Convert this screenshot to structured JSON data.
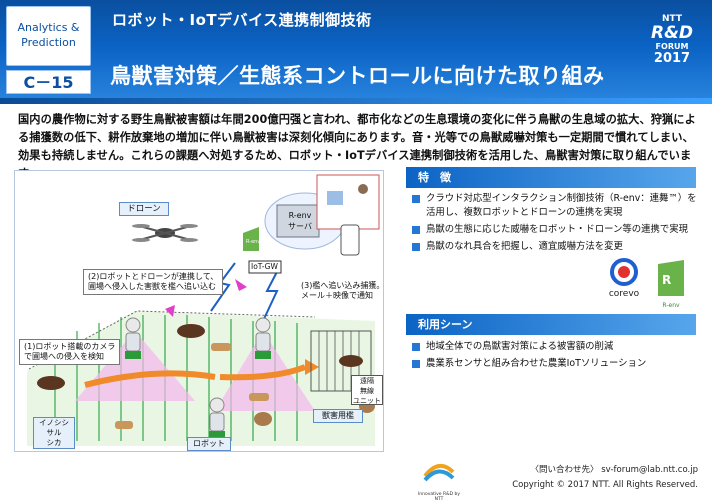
{
  "header": {
    "category_line1": "Analytics &",
    "category_line2": "Prediction",
    "code": "C－15",
    "subtitle": "ロボット・IoTデバイス連携制御技術",
    "title": "鳥獣害対策／生態系コントロールに向けた取り組み",
    "forum_logo": {
      "ntt": "NTT",
      "rd": "R&D",
      "forum": "FORUM",
      "year": "2017"
    }
  },
  "intro": "国内の農作物に対する野生鳥獣被害額は年間200億円强と言われ、都市化などの生息環境の変化に伴う鳥獣の生息域の拡大、狩猟による捕獲数の低下、耕作放棄地の増加に伴い鳥獣被害は深刻化傾向にあります。音・光等での鳥獣威嚇対策も一定期間で慣れてしまい、効果も持続しません。これらの課題へ対処するため、ロボット・IoTデバイス連携制御技術を活用した、鳥獣害対策に取り組んでいます。",
  "diagram": {
    "drone_label": "ドローン",
    "server_label_1": "R-env",
    "server_label_2": "サーバ",
    "gw_label": "IoT-GW",
    "callout_1_1": "(2)ロボットとドローンが連携して、",
    "callout_1_2": "圃場へ侵入した害獣を檻へ追い込む",
    "callout_2_1": "(3)檻へ追い込み捕獲。",
    "callout_2_2": "メール＋映像で通知",
    "callout_3_1": "(1)ロボット搭載のカメラ",
    "callout_3_2": "で圃場への侵入を検知",
    "cage_label": "獣害用檻",
    "unit_label_1": "遠隔",
    "unit_label_2": "無線",
    "unit_label_3": "ユニット",
    "animals_label_1": "イノシシ",
    "animals_label_2": "サル",
    "animals_label_3": "シカ",
    "robot_label": "ロボット",
    "renv_mark": "R-env"
  },
  "features": {
    "heading": "特　徴",
    "items": [
      "クラウド対応型インタラクション制御技術（R-env：連舞™）を活用し、複数ロボットとドローンの連携を実現",
      "鳥獣の生態に応じた威嚇をロボット・ドローン等の連携で実現",
      "鳥獣のなれ具合を把握し、適宜威嚇方法を変更"
    ]
  },
  "usage": {
    "heading": "利用シーン",
    "items": [
      "地域全体での鳥獣害対策による被害額の削減",
      "農業系センサと組み合わせた農業IoTソリューション"
    ]
  },
  "logos": {
    "corevo": "corevo",
    "renv": "R-env",
    "bottom_caption": "Innovative R&D by NTT"
  },
  "footer": {
    "contact": "〈問い合わせ先〉 sv-forum@lab.ntt.co.jp",
    "copyright": "Copyright © 2017 NTT. All Rights Reserved."
  },
  "colors": {
    "header_blue": "#0b63c4",
    "accent_blue": "#2478d4",
    "field_green": "#2fa64a",
    "arrow_magenta": "#e040c8"
  }
}
